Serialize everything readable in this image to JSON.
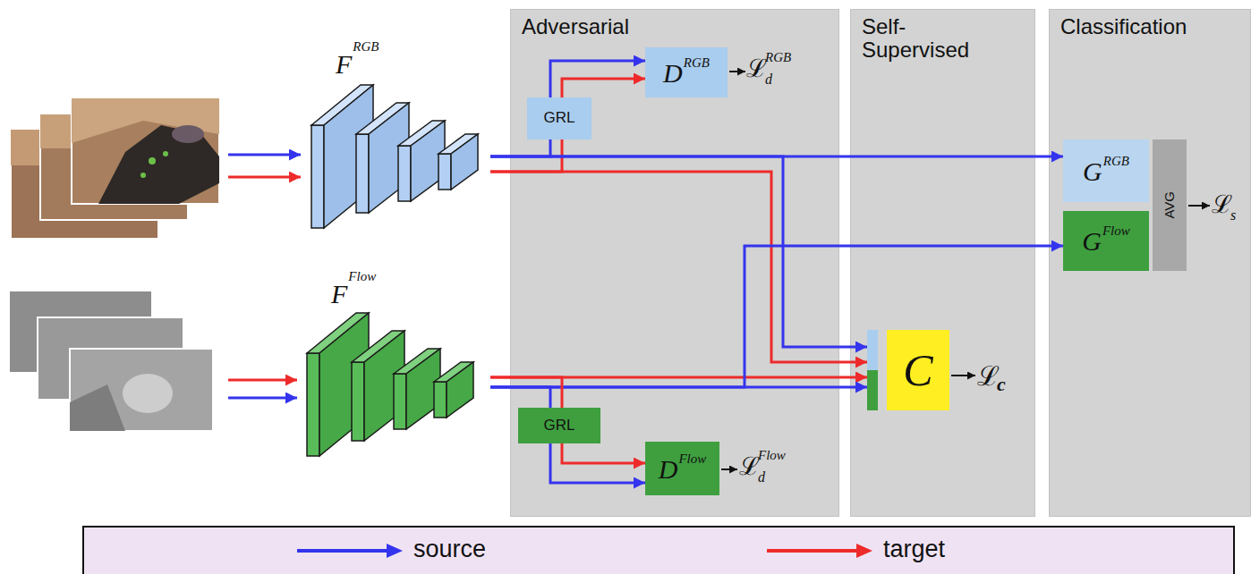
{
  "diagram": {
    "nodes": [
      {
        "text": [
          "F",
          "RGB"
        ]
      },
      {
        "text": [
          "F",
          "Flow"
        ]
      },
      {
        "text": [
          "Adversarial"
        ]
      },
      {
        "text": [
          "GRL"
        ],
        "in": 2
      },
      {
        "text": [
          "D",
          "RGB"
        ],
        "in": 2
      },
      {
        "text": [
          "GRL"
        ],
        "in": 2
      },
      {
        "text": [
          "D",
          "Flow"
        ],
        "in": 2
      },
      {
        "text": [
          "Self- Supervised"
        ]
      },
      {
        "text": [
          "C"
        ],
        "in": 7
      },
      {
        "text": [
          "Classification"
        ]
      },
      {
        "text": [
          "G",
          "RGB"
        ],
        "in": 9
      },
      {
        "text": [
          "G",
          "Flow"
        ],
        "in": 9
      },
      {
        "text": [
          "AVG"
        ],
        "in": 9
      }
    ],
    "edges": [
      {
        "from": 0,
        "to": 3,
        "arrow": "none"
      },
      {
        "from": 0,
        "to": 3,
        "arrow": "none"
      },
      {
        "from": 3,
        "to": 4,
        "arrow": "to"
      },
      {
        "from": 3,
        "to": 4,
        "arrow": "to"
      },
      {
        "from": 0,
        "to": 10,
        "arrow": "to"
      },
      {
        "from": 0,
        "to": 8,
        "arrow": "to"
      },
      {
        "from": 0,
        "to": 8,
        "arrow": "to"
      },
      {
        "from": 1,
        "to": 8,
        "arrow": "to"
      },
      {
        "from": 1,
        "to": 8,
        "arrow": "to"
      },
      {
        "from": 1,
        "to": 11,
        "arrow": "to"
      },
      {
        "from": 1,
        "to": 5,
        "arrow": "none"
      },
      {
        "from": 1,
        "to": 5,
        "arrow": "none"
      },
      {
        "from": 5,
        "to": 6,
        "arrow": "to"
      },
      {
        "from": 5,
        "to": 6,
        "arrow": "to"
      }
    ],
    "labels": [
      "ℒ",
      "d",
      "RGB",
      "ℒ",
      "d",
      "Flow",
      "ℒ",
      "c",
      "ℒ",
      "s"
    ],
    "legend": [
      {
        "text": "source"
      },
      {
        "text": "target"
      }
    ]
  }
}
